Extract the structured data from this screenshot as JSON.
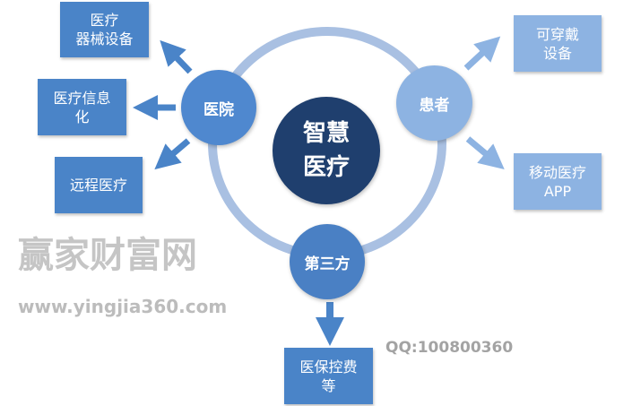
{
  "center": {
    "label_line1": "智慧",
    "label_line2": "医疗"
  },
  "nodes": {
    "hospital": "医院",
    "patient": "患者",
    "third_party": "第三方"
  },
  "boxes": {
    "medical_devices": "医疗\n器械设备",
    "medical_informatization": "医疗信息\n化",
    "telemedicine": "远程医疗",
    "wearables": "可穿戴\n设备",
    "mobile_app": "移动医疗\nAPP",
    "insurance_control": "医保控费\n等"
  },
  "watermark": {
    "brand": "赢家财富网",
    "url": "www.yingjia360.com",
    "qq": "QQ:100800360"
  },
  "colors": {
    "dark_box": "#4a84c8",
    "light_box": "#8db3e2",
    "center": "#1f3f6e",
    "ring": "#a9c0e2"
  }
}
